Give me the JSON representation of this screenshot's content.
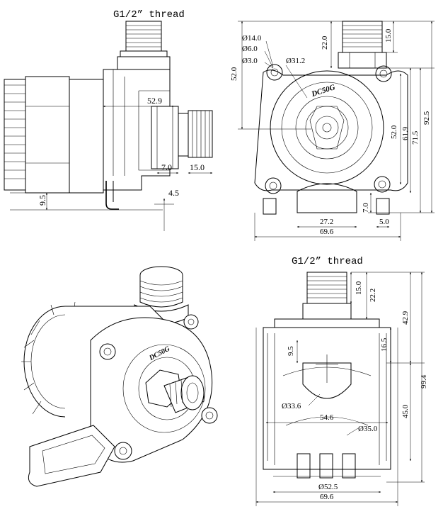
{
  "threads": {
    "side_view": "G1/2” thread",
    "rear_view": "G1/2” thread"
  },
  "side_view_dims": {
    "d1": "52.9",
    "d2": "7.0",
    "d3": "15.0",
    "d4": "9.5",
    "d5": "4.5"
  },
  "front_view_dims": {
    "dia_large": "Ø14.0",
    "dia_mid": "Ø6.0",
    "dia_small": "Ø3.0",
    "dia_body": "Ø31.2",
    "h_left": "52.0",
    "h_top_a": "22.0",
    "h_top_b": "15.0",
    "h_right_1": "52.0",
    "h_right_2": "61.9",
    "h_right_3": "71.5",
    "h_right_4": "92.5",
    "h_foot": "7.0",
    "w_inner": "27.2",
    "w_outer": "69.6",
    "w_foot": "5.0",
    "brand": "DC50G"
  },
  "iso_view": {
    "brand": "DC50G"
  },
  "rear_view_dims": {
    "h_15": "15.0",
    "h_22": "22.2",
    "h_42": "42.9",
    "h_16": "16.5",
    "h_9": "9.5",
    "h_99": "99.4",
    "h_45": "45.0",
    "dia_33": "Ø33.6",
    "w_54": "54.6",
    "dia_35": "Ø35.0",
    "dia_52": "Ø52.5",
    "w_69": "69.6"
  }
}
